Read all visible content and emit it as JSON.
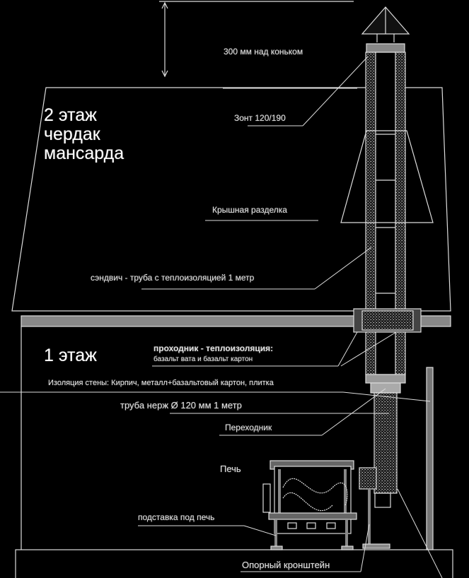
{
  "floors": {
    "upper": [
      "2 этаж",
      "чердак",
      "мансарда"
    ],
    "lower": "1 этаж"
  },
  "labels": {
    "height_above_ridge": "300 мм над коньком",
    "cap": "Зонт 120/190",
    "roof_flashing": "Крышная разделка",
    "sandwich_pipe": "сэндвич - труба с теплоизоляцией 1 метр",
    "passthrough_title": "проходник - теплоизоляция:",
    "passthrough_detail": "базальт вата и базальт картон",
    "wall_insulation": "Изоляция стены: Кирпич, металл+базальтовый картон, плитка",
    "steel_pipe": "труба нерж Ø 120 мм 1 метр",
    "adapter": "Переходник",
    "stove": "Печь",
    "stove_stand": "подставка под печь",
    "support_bracket": "Опорный кронштейн"
  },
  "colors": {
    "background": "#000000",
    "line": "#e0e0e0",
    "fill": "#7a7a7a"
  }
}
